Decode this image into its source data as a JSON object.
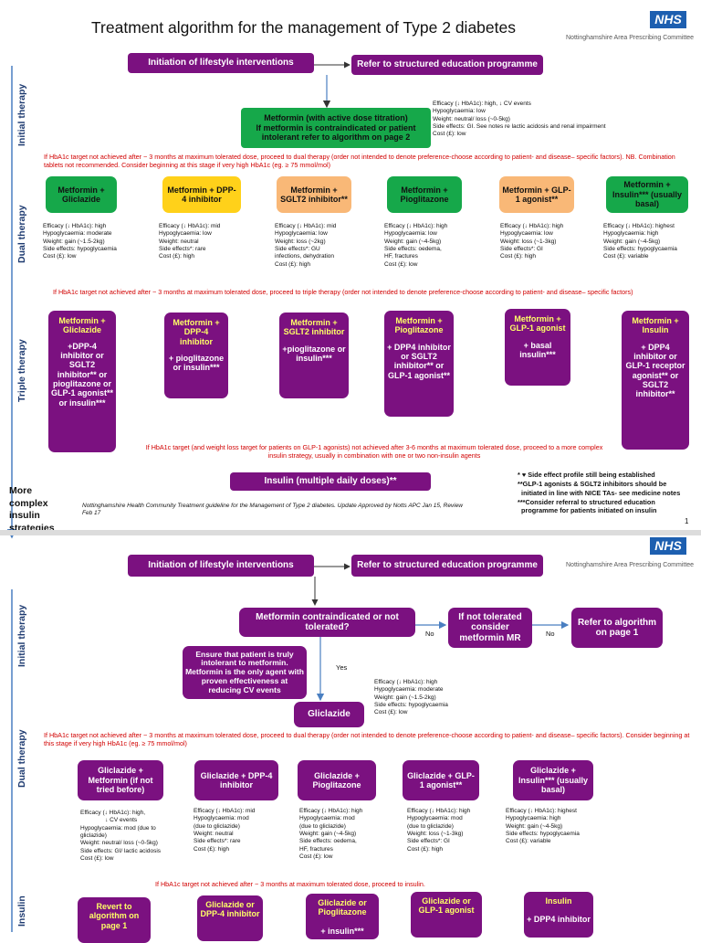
{
  "header": {
    "title": "Treatment algorithm for the management of Type 2 diabetes",
    "nhs_logo": "NHS",
    "committee": "Nottinghamshire Area Prescribing Committee"
  },
  "sections": {
    "initial": "Initial therapy",
    "dual": "Dual therapy",
    "triple": "Triple therapy",
    "insulin": "Insulin"
  },
  "page1": {
    "lifestyle": "Initiation of lifestyle interventions",
    "education": "Refer to structured education programme",
    "metformin_line1": "Metformin (with active dose titration)",
    "metformin_line2": "If metformin is contraindicated or patient intolerant refer to algorithm on page 2",
    "metformin_note": "Efficacy (↓ HbA1c): high, ↓ CV events\nHypoglycaemia: low\nWeight: neutral/ loss (~0-5kg)\nSide effects: GI. See notes re lactic acidosis and renal impairment\nCost (£): low",
    "dual_warning": "If HbA1c target not achieved after ~ 3 months at maximum tolerated dose, proceed to dual therapy (order not intended to denote preference-choose according to patient- and disease– specific factors). NB. Combination tablets not recommended. Consider beginning at this stage if very high HbA1c (eg. ≥ 75 mmol/mol)",
    "dual": [
      {
        "label": "Metformin + Gliclazide",
        "note": "Efficacy (↓ HbA1c): high\nHypoglycaemia: moderate\nWeight: gain (~1.5-2kg)\nSide effects: hypoglycaemia\nCost (£): low"
      },
      {
        "label": "Metformin + DPP-4 inhibitor",
        "note": "Efficacy (↓ HbA1c): mid\nHypoglycaemia: low\nWeight: neutral\nSide effects*: rare\nCost (£): high"
      },
      {
        "label": "Metformin + SGLT2 inhibitor**",
        "note": "Efficacy (↓ HbA1c): mid\nHypoglycaemia: low\nWeight: loss (~2kg)\nSide effects*: GU\ninfections, dehydration\nCost (£): high"
      },
      {
        "label": "Metformin + Pioglitazone",
        "note": "Efficacy (↓ HbA1c): high\nHypoglycaemia: low\nWeight: gain (~4-5kg)\nSide effects: oedema,\nHF, fractures\nCost (£): low"
      },
      {
        "label": "Metformin + GLP-1 agonist**",
        "note": "Efficacy (↓ HbA1c): high\nHypoglycaemia: low\nWeight: loss (~1-3kg)\nSide effects*: GI\nCost (£): high"
      },
      {
        "label": "Metformin + Insulin*** (usually basal)",
        "note": "Efficacy (↓ HbA1c): highest\nHypoglycaemia: high\nWeight: gain (~4-5kg)\nSide effects: hypoglycaemia\nCost (£): variable"
      }
    ],
    "triple_warning": "If HbA1c target not achieved after ~ 3 months at maximum tolerated dose, proceed to triple therapy (order not intended to denote preference-choose according to patient- and disease– specific factors)",
    "triple": [
      {
        "head": "Metformin + Gliclazide",
        "body": "+DPP-4 inhibitor or SGLT2 inhibitor** or pioglitazone or GLP-1 agonist** or insulin***"
      },
      {
        "head": "Metformin + DPP-4 inhibitor",
        "body": "+ pioglitazone or insulin***"
      },
      {
        "head": "Metformin + SGLT2 inhibitor",
        "body": "+pioglitazone or insulin***"
      },
      {
        "head": "Metformin + Pioglitazone",
        "body": "+ DPP4 inhibitor or SGLT2 inhibitor** or GLP-1 agonist**"
      },
      {
        "head": "Metformin + GLP-1 agonist",
        "body": "+ basal insulin***"
      },
      {
        "head": "Metformin + Insulin",
        "body": "+ DPP4 inhibitor or GLP-1 receptor agonist** or SGLT2 inhibitor**"
      }
    ],
    "insulin_warning": "If HbA1c target (and weight loss target for patients on GLP-1 agonists) not achieved after 3-6 months at maximum tolerated dose, proceed to a more complex insulin strategy, usually in combination with one or two non-insulin agents",
    "insulin_box": "Insulin (multiple daily doses)**",
    "more_complex": "More complex insulin strategies",
    "footer": "Nottinghamshire Health Community Treatment guideline for the Management of Type 2 diabetes. Update Approved by Notts APC Jan 15, Review Feb 17",
    "key": "* ♥ Side effect profile still being established\n**GLP-1 agonists & SGLT2 inhibitors should be\n  initiated in line with NICE TAs- see medicine notes\n***Consider referral to structured education\n  programme for patients initiated on insulin",
    "page_num": "1"
  },
  "page2": {
    "lifestyle": "Initiation of lifestyle interventions",
    "education": "Refer to structured education programme",
    "question": "Metformin contraindicated or not tolerated?",
    "mr": "If not tolerated consider metformin MR",
    "refer": "Refer to algorithm on page 1",
    "no1": "No",
    "no2": "No",
    "yes": "Yes",
    "ensure": "Ensure that patient is truly intolerant to metformin. Metformin is the only agent with proven effectiveness at reducing CV events",
    "gliclazide": "Gliclazide",
    "gliclazide_note": "Efficacy (↓ HbA1c): high\nHypoglycaemia: moderate\nWeight: gain (~1.5-2kg)\nSide effects: hypoglycaemia\nCost (£): low",
    "dual_warning": "If HbA1c target not achieved after ~ 3 months at maximum tolerated dose, proceed to dual therapy (order not intended to denote preference-choose according to patient- and disease– specific factors). Consider beginning at this stage if very high HbA1c (eg. ≥ 75 mmol/mol)",
    "dual": [
      {
        "label": "Gliclazide + Metformin (if not tried before)",
        "note": "Efficacy (↓ HbA1c): high,\n               ↓ CV events\nHypoglycaemia: mod (due to\ngliclazide)\nWeight: neutral/ loss (~0-5kg)\nSide effects: GI/ lactic acidosis\nCost (£): low"
      },
      {
        "label": "Gliclazide + DPP-4 inhibitor",
        "note": "Efficacy (↓ HbA1c): mid\nHypoglycaemia: mod\n(due to gliclazide)\nWeight: neutral\nSide effects*: rare\nCost (£): high"
      },
      {
        "label": "Gliclazide + Pioglitazone",
        "note": "Efficacy (↓ HbA1c): high\nHypoglycaemia: mod\n(due to gliclazide)\nWeight: gain (~4-5kg)\nSide effects: oedema,\nHF, fractures\nCost (£): low"
      },
      {
        "label": "Gliclazide + GLP-1 agonist**",
        "note": "Efficacy (↓ HbA1c): high\nHypoglycaemia: mod\n(due to gliclazide)\nWeight: loss (~1-3kg)\nSide effects*: GI\nCost (£): high"
      },
      {
        "label": "Gliclazide + Insulin*** (usually basal)",
        "note": "Efficacy (↓ HbA1c): highest\nHypoglycaemia: high\nWeight: gain (~4-5kg)\nSide effects: hypoglycaemia\nCost (£): variable"
      }
    ],
    "insulin_warning": "If HbA1c target not achieved after ~ 3 months at maximum tolerated dose, proceed to insulin.",
    "insulin_row": [
      {
        "head": "Revert to algorithm on page 1",
        "body": ""
      },
      {
        "head": "Gliclazide or DPP-4 inhibitor",
        "body": ""
      },
      {
        "head": "Gliclazide or Pioglitazone",
        "body": "+ insulin***"
      },
      {
        "head": "Gliclazide or GLP-1 agonist",
        "body": ""
      },
      {
        "head": "Insulin",
        "body": "+ DPP4 inhibitor"
      }
    ]
  },
  "colors": {
    "purple": "#7b1180",
    "green": "#16a84a",
    "yellow": "#ffd11a",
    "orange": "#f9b877",
    "warning_red": "#d10000",
    "side_label_blue": "#1d3a70",
    "arrow_blue": "#4a7fc1"
  }
}
